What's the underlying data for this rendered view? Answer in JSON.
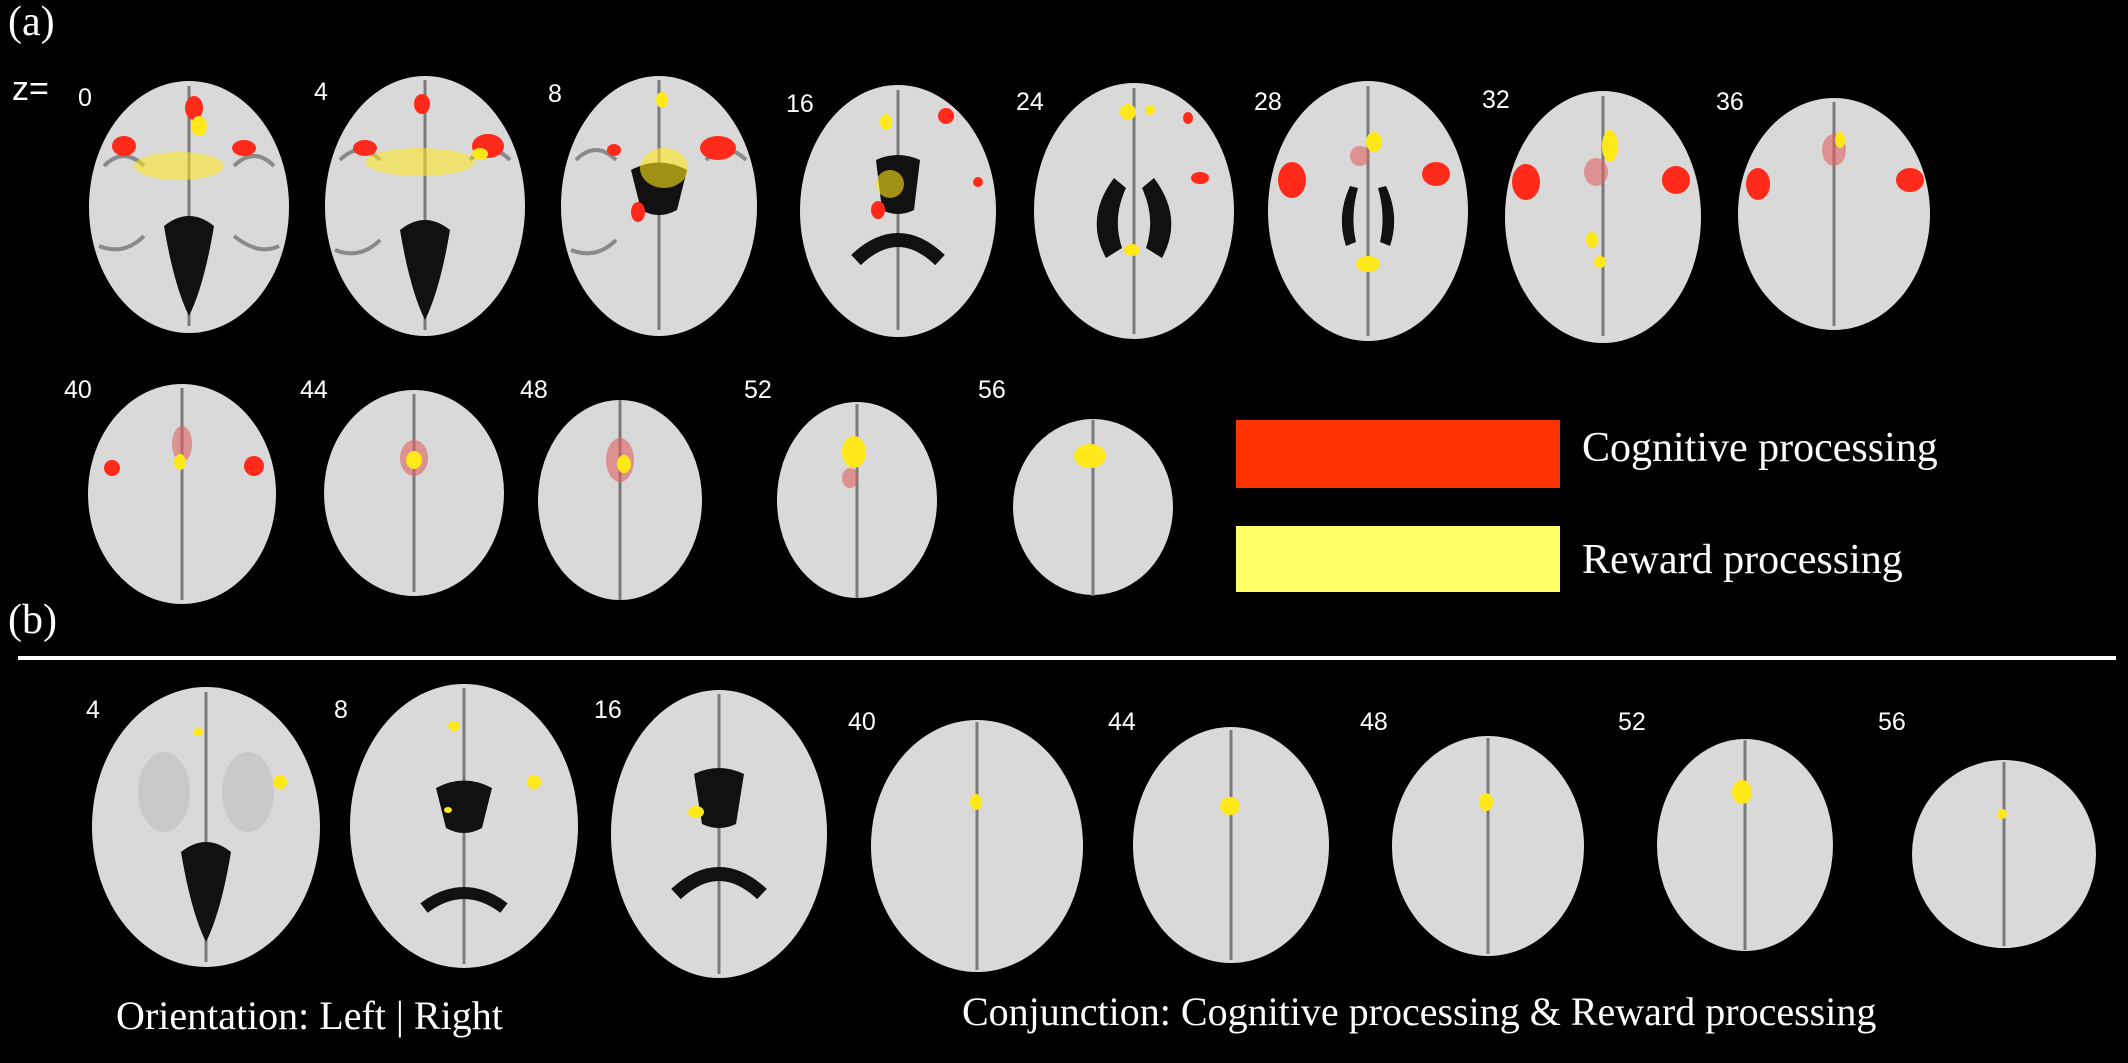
{
  "panels": {
    "a": {
      "label": "(a)"
    },
    "b": {
      "label": "(b)"
    }
  },
  "z_prefix": "z=",
  "slices_a": [
    {
      "z": "0",
      "blobs": [
        "red",
        "yellow"
      ]
    },
    {
      "z": "4",
      "blobs": [
        "red",
        "yellow"
      ]
    },
    {
      "z": "8",
      "blobs": [
        "red",
        "yellow"
      ]
    },
    {
      "z": "16",
      "blobs": [
        "red",
        "yellow"
      ]
    },
    {
      "z": "24",
      "blobs": [
        "red",
        "yellow"
      ]
    },
    {
      "z": "28",
      "blobs": [
        "red",
        "yellow"
      ]
    },
    {
      "z": "32",
      "blobs": [
        "red",
        "yellow"
      ]
    },
    {
      "z": "36",
      "blobs": [
        "red",
        "yellow"
      ]
    },
    {
      "z": "40",
      "blobs": [
        "red",
        "yellow"
      ]
    },
    {
      "z": "44",
      "blobs": [
        "red",
        "yellow"
      ]
    },
    {
      "z": "48",
      "blobs": [
        "red",
        "yellow"
      ]
    },
    {
      "z": "52",
      "blobs": [
        "red",
        "yellow"
      ]
    },
    {
      "z": "56",
      "blobs": [
        "yellow"
      ]
    }
  ],
  "slices_b": [
    {
      "z": "4"
    },
    {
      "z": "8"
    },
    {
      "z": "16"
    },
    {
      "z": "40"
    },
    {
      "z": "44"
    },
    {
      "z": "48"
    },
    {
      "z": "52"
    },
    {
      "z": "56"
    }
  ],
  "legend": [
    {
      "label": "Cognitive processing",
      "color": "#ff3300"
    },
    {
      "label": "Reward processing",
      "color": "#ffff66"
    }
  ],
  "captions": {
    "orientation": "Orientation: Left | Right",
    "conjunction": "Conjunction: Cognitive processing & Reward processing"
  },
  "colors": {
    "background": "#000000",
    "brain": "#d9d9d9",
    "sulci": "#8a8a8a",
    "cognitive": "#ff2a1a",
    "reward": "#ffe81a"
  }
}
